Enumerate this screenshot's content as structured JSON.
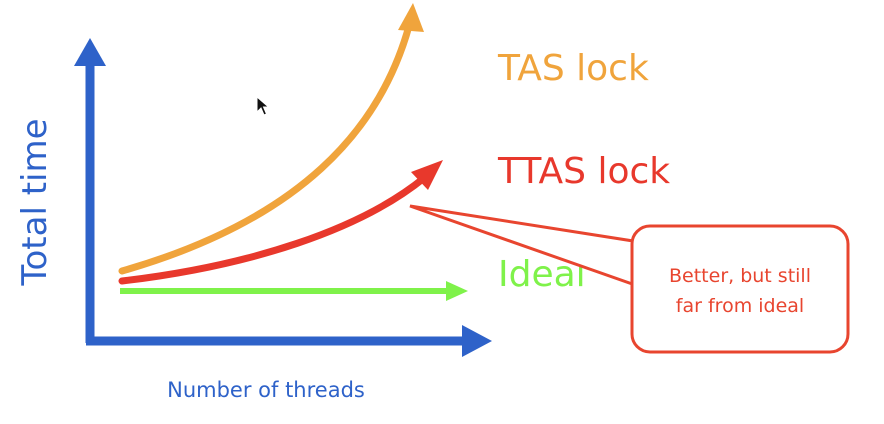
{
  "axes": {
    "x_label": "Number of threads",
    "y_label": "Total time",
    "color": "#2e62c9"
  },
  "series": [
    {
      "id": "tas",
      "label": "TAS lock",
      "color": "#f0a43c",
      "trend": "steep exponential increase"
    },
    {
      "id": "ttas",
      "label": "TTAS lock",
      "color": "#e8382c",
      "trend": "moderate increase"
    },
    {
      "id": "ideal",
      "label": "Ideal",
      "color": "#7ff24a",
      "trend": "flat"
    }
  ],
  "callout": {
    "line1": "Better, but still",
    "line2": "far from ideal",
    "color": "#e8452f",
    "points_to": "ttas"
  },
  "cursor": {
    "icon": "mouse-pointer-icon"
  }
}
